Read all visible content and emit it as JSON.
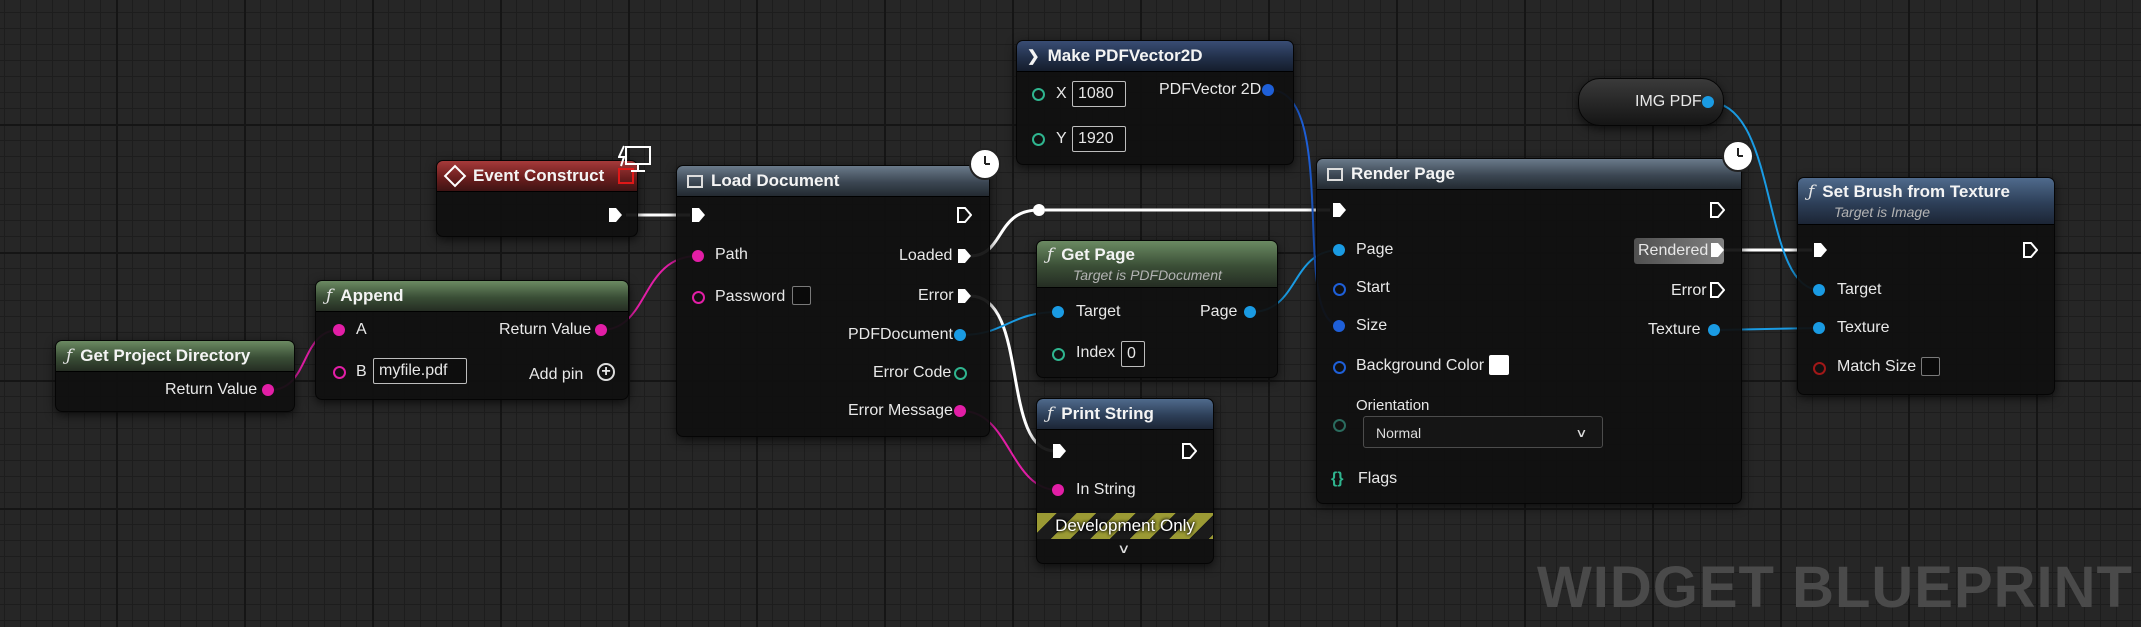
{
  "watermark": "WIDGET BLUEPRINT",
  "colors": {
    "string_pin": "#e21ea6",
    "object_pin": "#1a9be3",
    "struct_pin": "#1e5fd8",
    "float_pin": "#2fb58f",
    "bool_pin": "#a01818",
    "exec_pin": "#ffffff",
    "text_pin": "#d85aa7"
  },
  "nodes": {
    "get_project_directory": {
      "title": "Get Project Directory",
      "return_value": "Return Value"
    },
    "append": {
      "title": "Append",
      "a": "A",
      "b": "B",
      "b_value": "myfile.pdf",
      "return_value": "Return Value",
      "add_pin": "Add pin"
    },
    "event_construct": {
      "title": "Event Construct"
    },
    "load_document": {
      "title": "Load Document",
      "path": "Path",
      "password": "Password",
      "loaded": "Loaded",
      "error": "Error",
      "pdf_document": "PDFDocument",
      "error_code": "Error Code",
      "error_message": "Error Message"
    },
    "make_vector": {
      "title": "Make PDFVector2D",
      "x": "X",
      "x_value": "1080",
      "y": "Y",
      "y_value": "1920",
      "output": "PDFVector 2D"
    },
    "get_page": {
      "title": "Get Page",
      "subtitle": "Target is PDFDocument",
      "target": "Target",
      "index": "Index",
      "index_value": "0",
      "page": "Page"
    },
    "print_string": {
      "title": "Print String",
      "in_string": "In String",
      "dev_only": "Development Only"
    },
    "render_page": {
      "title": "Render Page",
      "page": "Page",
      "start": "Start",
      "size": "Size",
      "background_color": "Background Color",
      "orientation": "Orientation",
      "orientation_value": "Normal",
      "flags": "Flags",
      "rendered": "Rendered",
      "error": "Error",
      "texture": "Texture"
    },
    "img_pdf": {
      "title": "IMG PDF"
    },
    "set_brush": {
      "title": "Set Brush from Texture",
      "subtitle": "Target is Image",
      "target": "Target",
      "texture": "Texture",
      "match_size": "Match Size"
    }
  }
}
